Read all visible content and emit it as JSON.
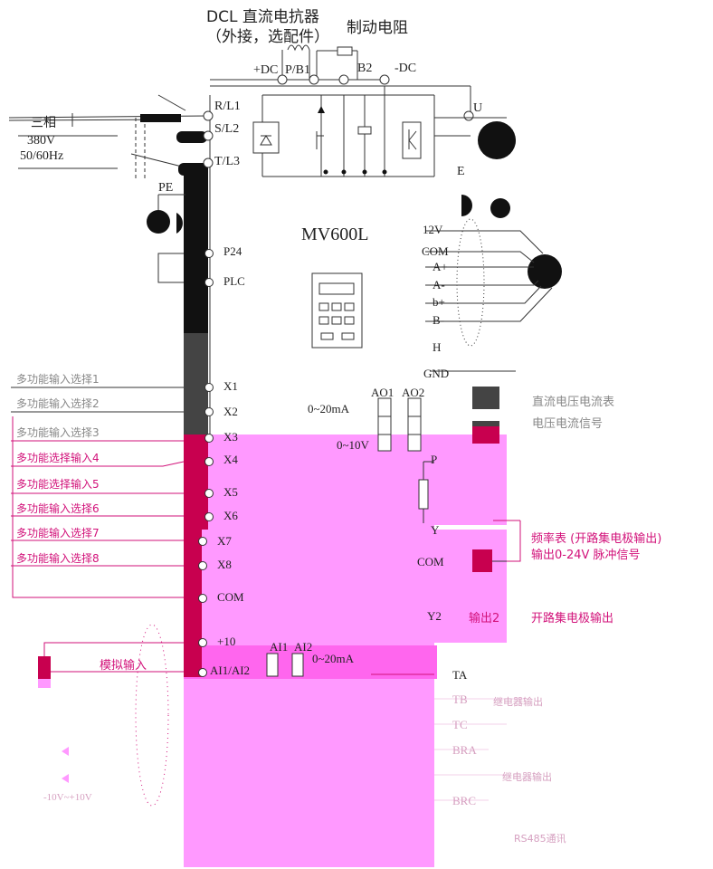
{
  "header": {
    "dcl": "DCL 直流电抗器",
    "dcl_note": "（外接，选配件）",
    "brake": "制动电阻"
  },
  "bus": {
    "plus_dc": "+DC",
    "p_b1": "P/B1",
    "b2": "B2",
    "minus_dc": "-DC"
  },
  "power_in": {
    "phase": "三相",
    "voltage": "380V",
    "freq": "50/60Hz",
    "r": "R/L1",
    "s": "S/L2",
    "t": "T/L3",
    "pe": "PE"
  },
  "model": "MV600L",
  "outputs_top": {
    "u": "U",
    "e": "E"
  },
  "right_terms": {
    "t12v": "12V",
    "com": "COM",
    "a_plus": "A+",
    "a_minus": "A-",
    "b_plus": "b+",
    "b_minus": "B-",
    "h": "H",
    "gnd": "GND",
    "ao1": "AO1",
    "ao2": "AO2",
    "p": "P",
    "y": "Y",
    "com2": "COM",
    "y2": "Y2",
    "ta": "TA",
    "tb": "TB",
    "tc": "TC",
    "bra": "BRA",
    "brc": "BRC"
  },
  "ctrl_terms": {
    "p24": "P24",
    "plc": "PLC",
    "x1": "X1",
    "x2": "X2",
    "x3": "X3",
    "x4": "X4",
    "x5": "X5",
    "x6": "X6",
    "x7": "X7",
    "x8": "X8",
    "com": "COM",
    "p10": "+10",
    "ai": "AI1/AI2"
  },
  "input_labels": [
    "多功能输入选择1",
    "多功能输入选择2",
    "多功能输入选择3",
    "多功能选择输入4",
    "多功能选择输入5",
    "多功能输入选择6",
    "多功能输入选择7",
    "多功能输入选择8"
  ],
  "jumpers": {
    "ao_current": "0~20mA",
    "ao_voltage": "0~10V",
    "ai1": "AI1",
    "ai2": "AI2",
    "ai_current": "0~20mA"
  },
  "notes": {
    "meter": "直流电压电流表",
    "signal": "电压电流信号",
    "freq_meter": "频率表 (开路集电极输出)",
    "pulse": "输出0-24V 脉冲信号",
    "out2": "输出2",
    "oc_out": "开路集电极输出",
    "analog_in": "模拟输入",
    "range": "-10V~+10V",
    "relay": "继电器输出",
    "relay2": "继电器输出",
    "rs485": "RS485通讯"
  }
}
